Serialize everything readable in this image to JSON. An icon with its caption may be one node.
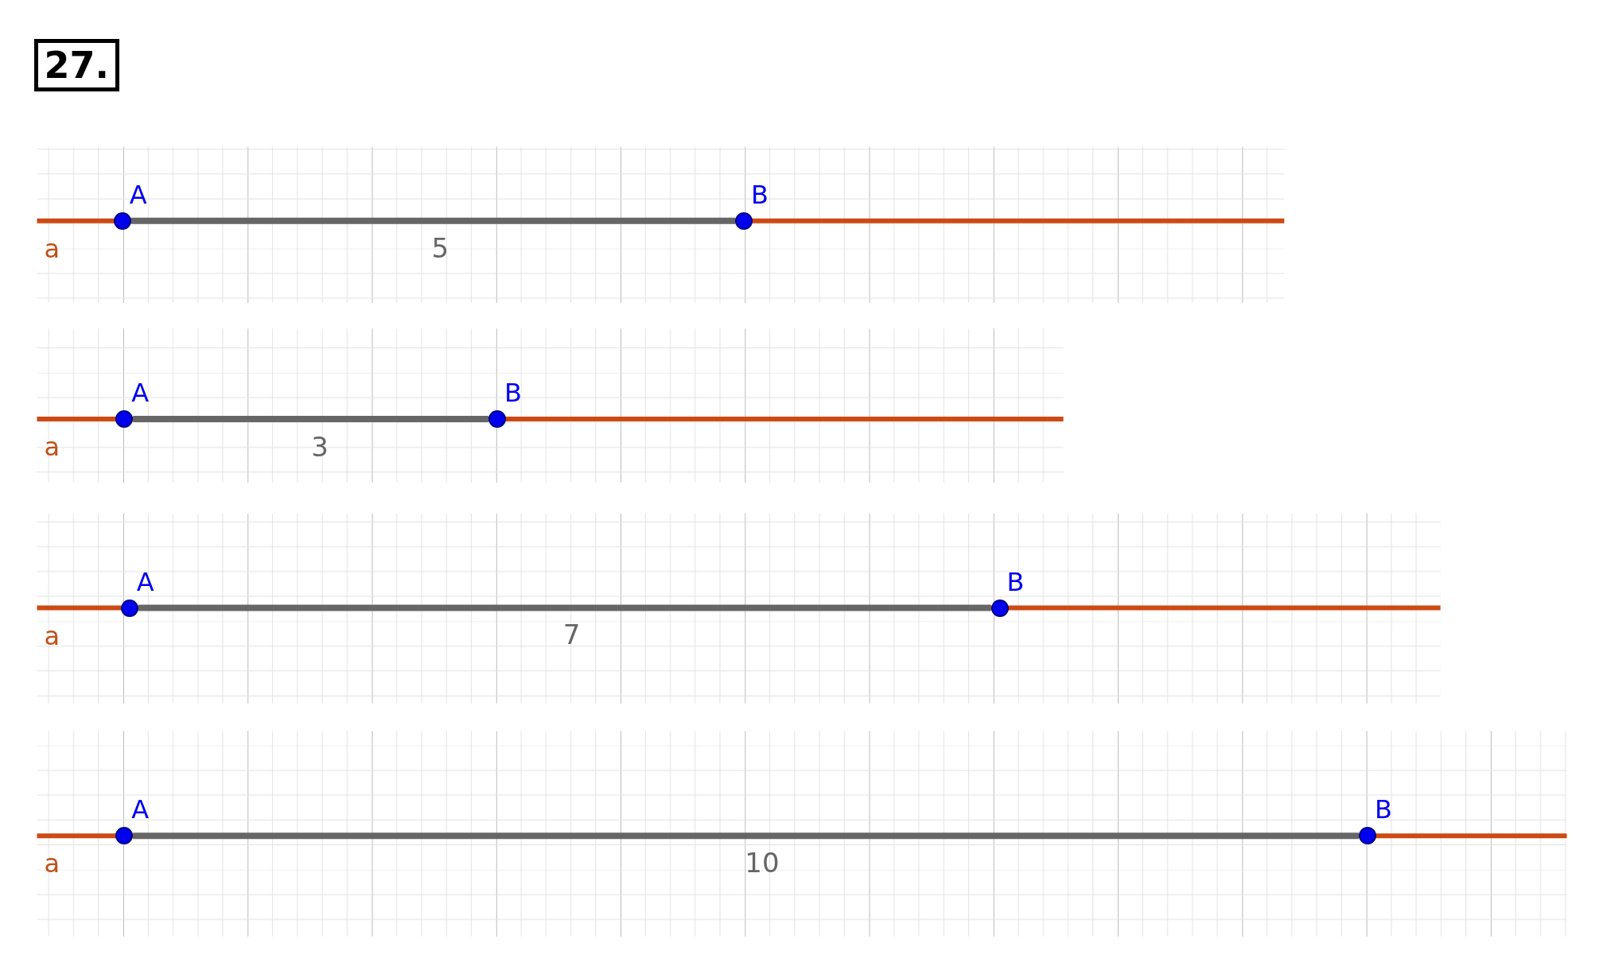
{
  "diagram": {
    "title": "27.",
    "nodes": [
      {
        "text": [
          "A"
        ]
      },
      {
        "text": [
          "B"
        ]
      },
      {
        "text": [
          "A"
        ]
      },
      {
        "text": [
          "B"
        ]
      },
      {
        "text": [
          "A"
        ]
      },
      {
        "text": [
          "B"
        ]
      },
      {
        "text": [
          "A"
        ]
      },
      {
        "text": [
          "B"
        ]
      }
    ],
    "edges": [
      {
        "from": 0,
        "to": 1,
        "arrow": "none",
        "label": "5"
      },
      {
        "from": 2,
        "to": 3,
        "arrow": "none",
        "label": "3"
      },
      {
        "from": 4,
        "to": 5,
        "arrow": "none",
        "label": "7"
      },
      {
        "from": 6,
        "to": 7,
        "arrow": "none",
        "label": "10"
      }
    ],
    "labels": [
      "a",
      "a",
      "a",
      "a"
    ]
  }
}
